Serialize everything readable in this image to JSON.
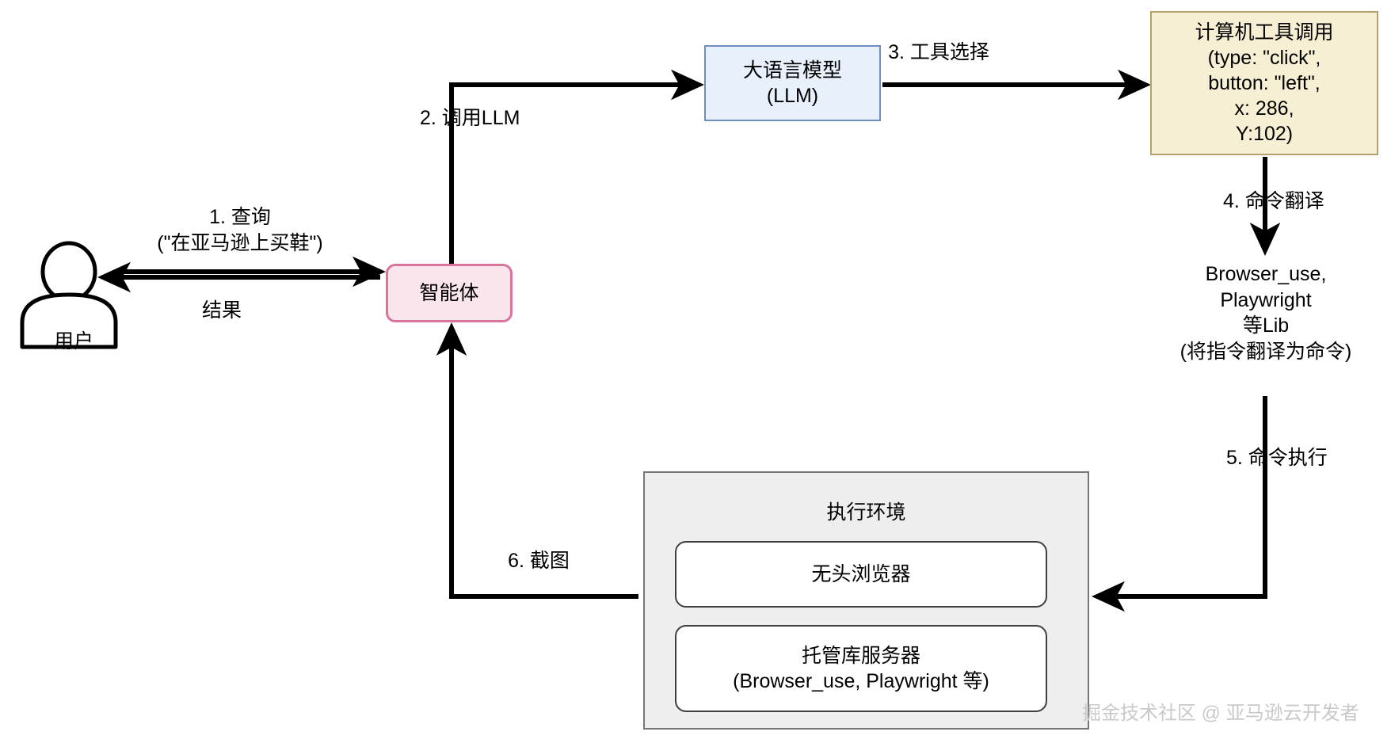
{
  "diagram": {
    "title": "Computer-use agent loop",
    "nodes": {
      "user": {
        "icon": "user-person-icon",
        "label": "用户"
      },
      "agent": {
        "label": "智能体"
      },
      "llm": {
        "line1": "大语言模型",
        "line2": "(LLM)"
      },
      "tool_call": {
        "line1": "计算机工具调用",
        "line2": "(type: \"click\",",
        "line3": "button: \"left\",",
        "line4": "x: 286,",
        "line5": "Y:102)"
      },
      "lib": {
        "text": "Browser_use,\nPlaywright\n等Lib\n(将指令翻译为命令)"
      },
      "exec_env": {
        "title": "执行环境",
        "headless_browser": "无头浏览器",
        "mcp_server_line1": "托管库服务器",
        "mcp_server_line2": "(Browser_use, Playwright 等)"
      }
    },
    "edges": {
      "query": "1. 查询\n(\"在亚马逊上买鞋\")",
      "result": "结果",
      "call_llm": "2. 调用LLM",
      "tool_selection": "3. 工具选择",
      "command_translation": "4. 命令翻译",
      "command_execution": "5. 命令执行",
      "screenshot": "6. 截图"
    },
    "watermark": "掘金技术社区 @ 亚马逊云开发者",
    "colors": {
      "tool_call_fill": "#f6efd3",
      "tool_call_stroke": "#b5a26b",
      "llm_fill": "#e7f0fb",
      "llm_stroke": "#6d8ebf",
      "agent_fill": "#fbe5ec",
      "agent_stroke": "#d9749f",
      "exec_env_fill": "#eeeeee",
      "exec_env_stroke": "#777777",
      "edge_stroke": "#000000",
      "watermark_color": "#c9c9c9"
    }
  }
}
